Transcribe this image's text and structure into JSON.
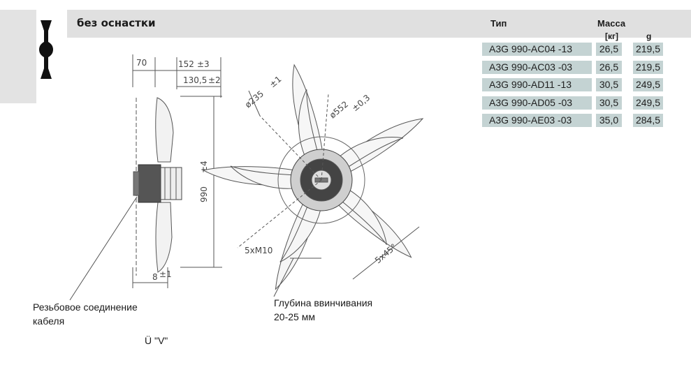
{
  "header": {
    "title": "без оснастки",
    "type_label": "Тип",
    "mass_label": "Масса",
    "unit_kg": "[кг]",
    "unit_g": "g"
  },
  "rows": [
    {
      "type": "A3G 990-AC04  -13",
      "kg": "26,5",
      "g": "219,5"
    },
    {
      "type": "A3G 990-AC03  -03",
      "kg": "26,5",
      "g": "219,5"
    },
    {
      "type": "A3G 990-AD11  -13",
      "kg": "30,5",
      "g": "249,5"
    },
    {
      "type": "A3G 990-AD05  -03",
      "kg": "30,5",
      "g": "249,5"
    },
    {
      "type": "A3G 990-AE03  -03",
      "kg": "35,0",
      "g": "284,5"
    }
  ],
  "drawing": {
    "dim_70": "70",
    "dim_152": "152",
    "dim_152_tol": "±3",
    "dim_130": "130,5",
    "dim_130_tol": "±2",
    "dim_990": "990",
    "dim_990_tol": "±4",
    "dim_8": "8",
    "dim_8_tol": "±1",
    "dim_235": "ø235",
    "dim_235_tol": "±1",
    "dim_552": "ø552",
    "dim_552_tol": "±0,3",
    "dim_5xm10": "5xM10",
    "dim_angle": "5x45°"
  },
  "notes": {
    "cable_line1": "Резьбовое соединение",
    "cable_line2": "кабеля",
    "depth_line1": "Глубина ввинчивания",
    "depth_line2": "20-25 мм",
    "view_label": "Ü \"V\""
  }
}
